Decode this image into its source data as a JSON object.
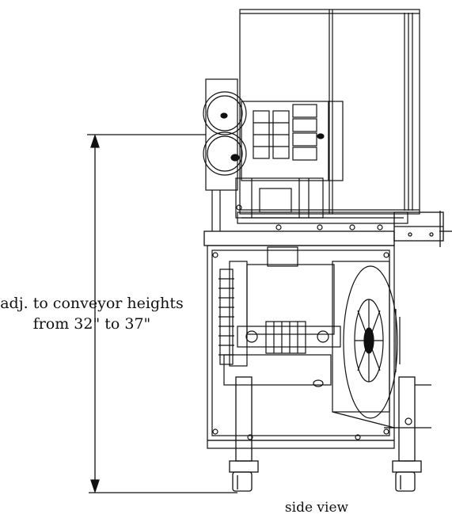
{
  "dimension_label": {
    "line1": "adj. to conveyor heights",
    "line2": "from 32\" to 37\""
  },
  "caption": "side view",
  "colors": {
    "ink": "#111111",
    "paper": "#ffffff"
  }
}
